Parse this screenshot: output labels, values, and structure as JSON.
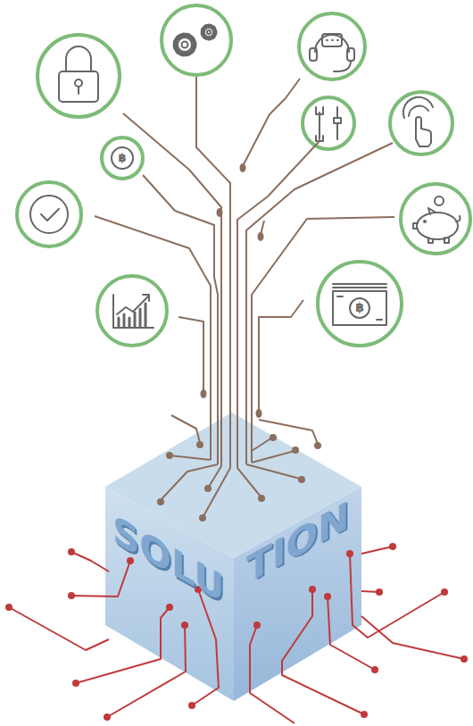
{
  "diagram": {
    "nodes": [
      {
        "text": [
          "SOLU",
          "TION"
        ]
      }
    ],
    "labels": [
      "฿",
      "฿"
    ]
  }
}
